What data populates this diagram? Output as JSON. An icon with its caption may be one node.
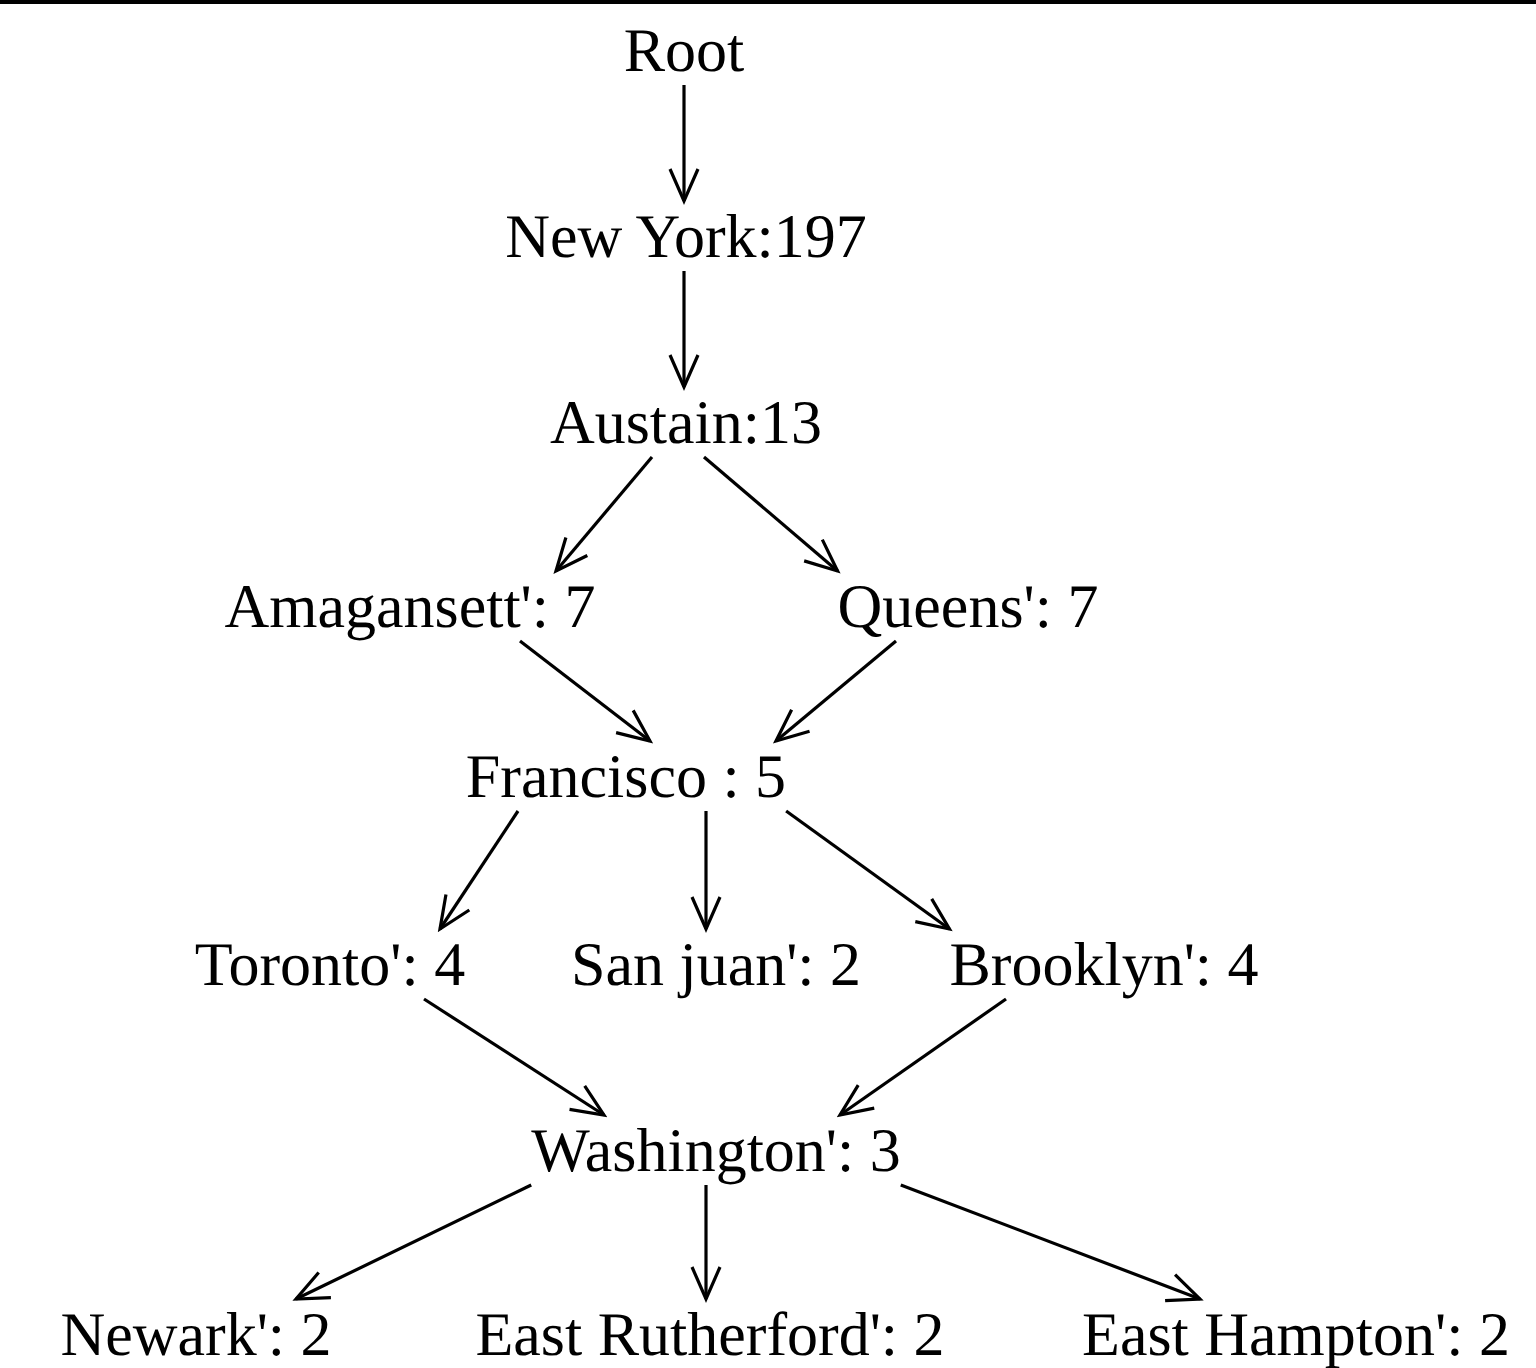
{
  "diagram": {
    "nodes": [
      {
        "text": [
          "Root"
        ]
      },
      {
        "text": [
          "New York:197"
        ]
      },
      {
        "text": [
          "Austain:13"
        ]
      },
      {
        "text": [
          "Amagansett': 7"
        ]
      },
      {
        "text": [
          "Queens': 7"
        ]
      },
      {
        "text": [
          "Francisco : 5"
        ]
      },
      {
        "text": [
          "Toronto': 4"
        ]
      },
      {
        "text": [
          "San juan': 2"
        ]
      },
      {
        "text": [
          "Brooklyn': 4"
        ]
      },
      {
        "text": [
          "Washington': 3"
        ]
      },
      {
        "text": [
          "Newark': 2"
        ]
      },
      {
        "text": [
          "East Rutherford': 2"
        ]
      },
      {
        "text": [
          "East Hampton': 2"
        ]
      }
    ],
    "edges": [
      {
        "from": 0,
        "to": 1,
        "arrow": "to"
      },
      {
        "from": 1,
        "to": 2,
        "arrow": "to"
      },
      {
        "from": 2,
        "to": 3,
        "arrow": "to"
      },
      {
        "from": 2,
        "to": 4,
        "arrow": "to"
      },
      {
        "from": 3,
        "to": 5,
        "arrow": "to"
      },
      {
        "from": 4,
        "to": 5,
        "arrow": "to"
      },
      {
        "from": 5,
        "to": 6,
        "arrow": "to"
      },
      {
        "from": 5,
        "to": 7,
        "arrow": "to"
      },
      {
        "from": 5,
        "to": 8,
        "arrow": "to"
      },
      {
        "from": 6,
        "to": 9,
        "arrow": "to"
      },
      {
        "from": 8,
        "to": 9,
        "arrow": "to"
      },
      {
        "from": 9,
        "to": 10,
        "arrow": "to"
      },
      {
        "from": 9,
        "to": 11,
        "arrow": "to"
      },
      {
        "from": 9,
        "to": 12,
        "arrow": "to"
      }
    ]
  }
}
